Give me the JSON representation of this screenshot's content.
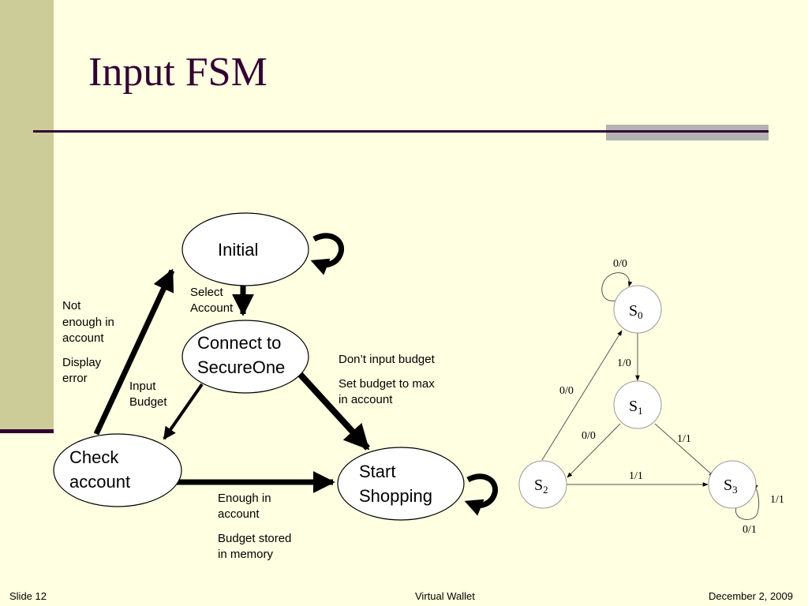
{
  "title": "Input FSM",
  "footer": {
    "slide": "Slide 12",
    "center": "Virtual Wallet",
    "date": "December 2, 2009"
  },
  "colors": {
    "background": "#ffffe1",
    "sidebar": "#cccc99",
    "title": "#330033",
    "accent": "#b2b2b2"
  },
  "flow": {
    "states": {
      "initial": "Initial",
      "connect_1": "Connect to",
      "connect_2": "SecureOne",
      "check_1": "Check",
      "check_2": "account",
      "start_1": "Start",
      "start_2": "Shopping"
    },
    "labels": {
      "select_1": "Select",
      "select_2": "Account",
      "not_enough_1": "Not",
      "not_enough_2": "enough in",
      "not_enough_3": "account",
      "display_1": "Display",
      "display_2": "error",
      "input_1": "Input",
      "input_2": "Budget",
      "dont_input": "Don’t input budget",
      "set_budget_1": "Set budget to max",
      "set_budget_2": "in account",
      "enough_1": "Enough in",
      "enough_2": "account",
      "stored_1": "Budget stored",
      "stored_2": "in memory"
    }
  },
  "fsm": {
    "states": [
      {
        "name": "S",
        "sub": "0"
      },
      {
        "name": "S",
        "sub": "1"
      },
      {
        "name": "S",
        "sub": "2"
      },
      {
        "name": "S",
        "sub": "3"
      }
    ],
    "transitions": {
      "s0_self": "0/0",
      "s0_s1": "1/0",
      "s2_s0": "0/0",
      "s1_s2": "0/0",
      "s1_s3": "1/1",
      "s2_s3": "1/1",
      "s3_self_in": "1/1",
      "s3_self_out": "0/1"
    }
  }
}
